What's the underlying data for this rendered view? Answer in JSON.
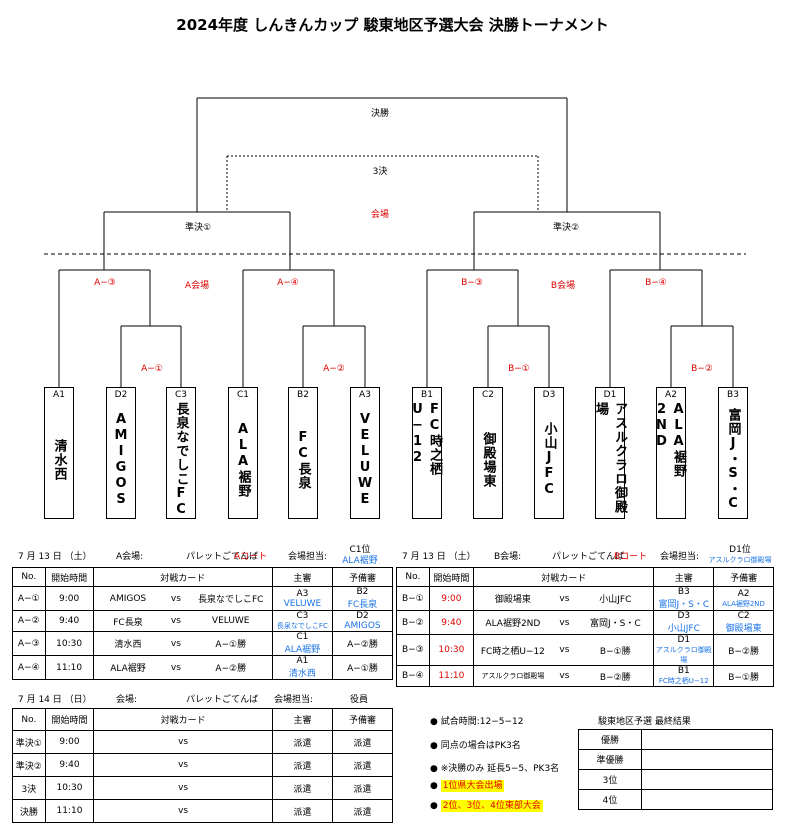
{
  "title": "2024年度 しんきんカップ 駿東地区予選大会 決勝トーナメント",
  "bracket": {
    "final": "決勝",
    "third": "3決",
    "venue": "会場",
    "semi1": "準決①",
    "semi2": "準決②",
    "a_venue": "A会場",
    "b_venue": "B会場",
    "a1m": "A−①",
    "a2m": "A−②",
    "a3m": "A−③",
    "a4m": "A−④",
    "b1m": "B−①",
    "b2m": "B−②",
    "b3m": "B−③",
    "b4m": "B−④"
  },
  "teams": [
    {
      "code": "A1",
      "name": "清水西"
    },
    {
      "code": "D2",
      "name": "AMIGOS"
    },
    {
      "code": "C3",
      "name": "長泉なでしこFC"
    },
    {
      "code": "C1",
      "name": "ALA裾野"
    },
    {
      "code": "B2",
      "name": "FC長泉"
    },
    {
      "code": "A3",
      "name": "VELUWE"
    },
    {
      "code": "B1",
      "name": "FC時之栖U−12"
    },
    {
      "code": "C2",
      "name": "御殿場東"
    },
    {
      "code": "D3",
      "name": "小山JFC"
    },
    {
      "code": "D1",
      "name": "アスルクラロ御殿場"
    },
    {
      "code": "A2",
      "name": "ALA裾野2ND"
    },
    {
      "code": "B3",
      "name": "富岡J・S・C"
    }
  ],
  "day1": {
    "date": "7 月 13 日 （土）",
    "a": {
      "venue_label": "A会場:",
      "venue": "パレットごてんば",
      "court": "Aコート",
      "staff_label": "会場担当:",
      "staff_rank": "C1位",
      "staff_team": "ALA裾野",
      "headers": [
        "No.",
        "開始時間",
        "対戦カード",
        "主審",
        "予備審"
      ],
      "rows": [
        {
          "no": "A−①",
          "time": "9:00",
          "home": "AMIGOS",
          "vs": "vs",
          "away": "長泉なでしこFC",
          "ref": "A3",
          "ref2": "VELUWE",
          "sub": "B2",
          "sub2": "FC長泉"
        },
        {
          "no": "A−②",
          "time": "9:40",
          "home": "FC長泉",
          "vs": "vs",
          "away": "VELUWE",
          "ref": "C3",
          "ref2": "長泉なでしこFC",
          "sub": "D2",
          "sub2": "AMIGOS"
        },
        {
          "no": "A−③",
          "time": "10:30",
          "home": "清水西",
          "vs": "vs",
          "away": "A−①勝",
          "ref": "C1",
          "ref2": "ALA裾野",
          "sub": "A−②勝",
          "sub2": ""
        },
        {
          "no": "A−④",
          "time": "11:10",
          "home": "ALA裾野",
          "vs": "vs",
          "away": "A−②勝",
          "ref": "A1",
          "ref2": "清水西",
          "sub": "A−①勝",
          "sub2": ""
        }
      ]
    },
    "b": {
      "venue_label": "B会場:",
      "venue": "パレットごてんば",
      "court": "Bコート",
      "staff_label": "会場担当:",
      "staff_rank": "D1位",
      "staff_team": "アスルクラロ御殿場",
      "headers": [
        "No.",
        "開始時間",
        "対戦カード",
        "主審",
        "予備審"
      ],
      "rows": [
        {
          "no": "B−①",
          "time": "9:00",
          "home": "御殿場東",
          "vs": "vs",
          "away": "小山JFC",
          "ref": "B3",
          "ref2": "富岡J・S・C",
          "sub": "A2",
          "sub2": "ALA裾野2ND"
        },
        {
          "no": "B−②",
          "time": "9:40",
          "home": "ALA裾野2ND",
          "vs": "vs",
          "away": "富岡J・S・C",
          "ref": "D3",
          "ref2": "小山JFC",
          "sub": "C2",
          "sub2": "御殿場東"
        },
        {
          "no": "B−③",
          "time": "10:30",
          "home": "FC時之栖U−12",
          "vs": "vs",
          "away": "B−①勝",
          "ref": "D1",
          "ref2": "アスルクラロ御殿場",
          "sub": "B−②勝",
          "sub2": ""
        },
        {
          "no": "B−④",
          "time": "11:10",
          "home": "アスルクラロ御殿場",
          "vs": "vs",
          "away": "B−②勝",
          "ref": "B1",
          "ref2": "FC時之栖U−12",
          "sub": "B−①勝",
          "sub2": ""
        }
      ]
    }
  },
  "day2": {
    "date": "7 月 14 日 （日）",
    "venue_label": "会場:",
    "venue": "パレットごてんば",
    "staff_label": "会場担当:",
    "staff": "役員",
    "headers": [
      "No.",
      "開始時間",
      "対戦カード",
      "主審",
      "予備審"
    ],
    "rows": [
      {
        "no": "準決①",
        "time": "9:00",
        "vs": "vs",
        "ref": "派遣",
        "sub": "派遣"
      },
      {
        "no": "準決②",
        "time": "9:40",
        "vs": "vs",
        "ref": "派遣",
        "sub": "派遣"
      },
      {
        "no": "3決",
        "time": "10:30",
        "vs": "vs",
        "ref": "派遣",
        "sub": "派遣"
      },
      {
        "no": "決勝",
        "time": "11:10",
        "vs": "vs",
        "ref": "派遣",
        "sub": "派遣"
      }
    ]
  },
  "notes": [
    "試合時間:12−5−12",
    "同点の場合はPK3名",
    "※決勝のみ 延長5−5、PK3名",
    "1位県大会出場",
    "2位、3位、4位東部大会"
  ],
  "results": {
    "title": "駿東地区予選 最終結果",
    "rows": [
      "優勝",
      "準優勝",
      "3位",
      "4位"
    ]
  }
}
